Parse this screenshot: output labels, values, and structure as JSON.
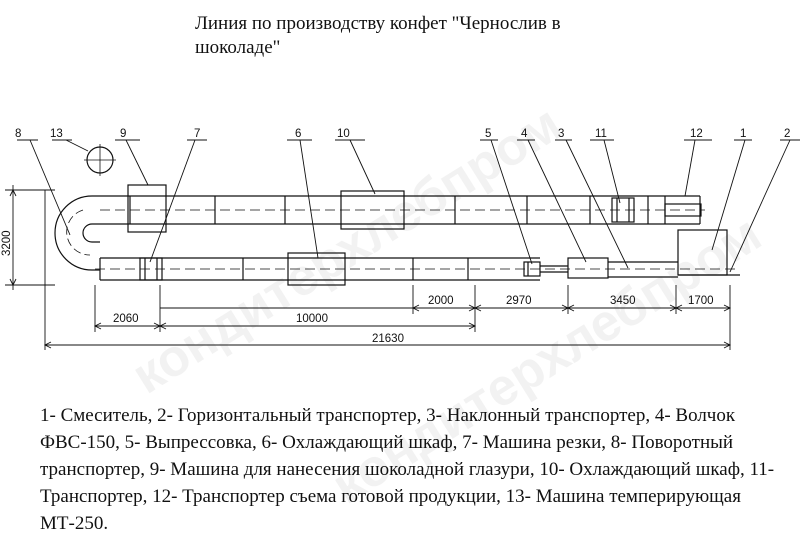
{
  "title": "Линия по производству конфет \"Чернослив в шоколаде\"",
  "legend": "1- Смеситель, 2- Горизонтальный транспортер, 3- Наклонный транспортер, 4- Волчок ФВС-150, 5- Выпрессовка, 6- Охлаждающий шкаф, 7- Машина резки, 8- Поворотный транспортер, 9- Машина для нанесения шоколадной глазури, 10- Охлаждающий шкаф, 11-Транспортер, 12- Транспортер съема готовой продукции, 13- Машина темперирующая МТ-250.",
  "watermark": {
    "line1": "кондитерхлебпром",
    "line2": "кондитерхлебпром"
  },
  "callouts": [
    "8",
    "13",
    "9",
    "7",
    "6",
    "10",
    "5",
    "4",
    "3",
    "11",
    "12",
    "1",
    "2"
  ],
  "dimensions": {
    "height": "3200",
    "d2060": "2060",
    "d10000": "10000",
    "d2000": "2000",
    "d2970": "2970",
    "d3450": "3450",
    "d1700": "1700",
    "total": "21630"
  }
}
